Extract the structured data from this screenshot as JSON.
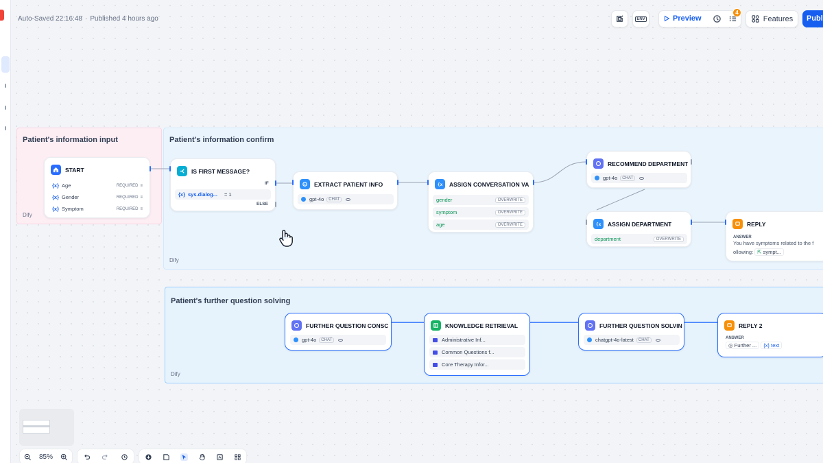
{
  "status": {
    "autosaved": "Auto-Saved 22:16:48",
    "sep": "·",
    "published": "Published 4 hours ago"
  },
  "toolbar": {
    "preview_label": "Preview",
    "checklist_badge": "4",
    "features_label": "Features",
    "publish_label": "Publi",
    "env_label": "ENV"
  },
  "groups": {
    "input": {
      "title": "Patient's information input",
      "footer": "Dify"
    },
    "confirm": {
      "title": "Patient's information confirm",
      "footer": "Dify"
    },
    "further": {
      "title": "Patient's further question solving",
      "footer": "Dify"
    }
  },
  "nodes": {
    "start": {
      "title": "START",
      "vars": [
        {
          "prefix": "{x}",
          "name": "Age",
          "tag": "REQUIRED"
        },
        {
          "prefix": "{x}",
          "name": "Gender",
          "tag": "REQUIRED"
        },
        {
          "prefix": "{x}",
          "name": "Symptom",
          "tag": "REQUIRED"
        }
      ]
    },
    "if_first": {
      "title": "IS FIRST MESSAGE?",
      "if_label": "IF",
      "cond_prefix": "{x}",
      "cond_var": "sys.dialog...",
      "cond_op": "= 1",
      "else_label": "ELSE"
    },
    "extract": {
      "title": "EXTRACT PATIENT INFO",
      "model": "gpt-4o",
      "mode": "CHAT"
    },
    "assign_conv": {
      "title": "ASSIGN CONVERSATION VA",
      "vars": [
        {
          "name": "gender",
          "tag": "OVERWRITE"
        },
        {
          "name": "symptom",
          "tag": "OVERWRITE"
        },
        {
          "name": "age",
          "tag": "OVERWRITE"
        }
      ]
    },
    "recommend": {
      "title": "RECOMMEND DEPARTMENT",
      "model": "gpt-4o",
      "mode": "CHAT"
    },
    "assign_dept": {
      "title": "ASSIGN DEPARTMENT",
      "var": "department",
      "tag": "OVERWRITE"
    },
    "reply": {
      "title": "REPLY",
      "answer_label": "ANSWER",
      "line1": "You have symptoms related to the f",
      "line2": "ollowing:",
      "chip": "sympt..."
    },
    "further_q": {
      "title": "FURTHER QUESTION CONSC",
      "model": "gpt-4o",
      "mode": "CHAT"
    },
    "knowledge": {
      "title": "KNOWLEDGE RETRIEVAL",
      "items": [
        "Administrative Inf...",
        "Common Questions f...",
        "Core Therapy Infor..."
      ]
    },
    "further_solve": {
      "title": "FURTHER QUESTION SOLVIN",
      "model": "chatgpt-4o-latest",
      "mode": "CHAT"
    },
    "reply2": {
      "title": "REPLY 2",
      "answer_label": "ANSWER",
      "chip1": "Further ...",
      "chip2_prefix": "{x}",
      "chip2": "text"
    }
  },
  "bottom": {
    "zoom": "85%"
  },
  "colors": {
    "accent": "#155eef",
    "start_icon": "#296dff",
    "if_icon": "#06aed4",
    "assign_icon": "#2e90fa",
    "llm_icon": "#6172f3",
    "reply_icon": "#f79009",
    "knowledge_icon": "#16b364"
  },
  "icons": [
    "home-icon",
    "branch-icon",
    "extract-icon",
    "variable-icon",
    "llm-icon",
    "reply-icon",
    "book-icon",
    "play-icon",
    "history-icon",
    "checklist-icon",
    "features-icon",
    "zoom-out-icon",
    "zoom-in-icon",
    "undo-icon",
    "redo-icon",
    "clock-icon",
    "add-node-icon",
    "note-icon",
    "pointer-icon",
    "hand-icon",
    "export-icon",
    "organize-icon",
    "hand-cursor-icon"
  ]
}
